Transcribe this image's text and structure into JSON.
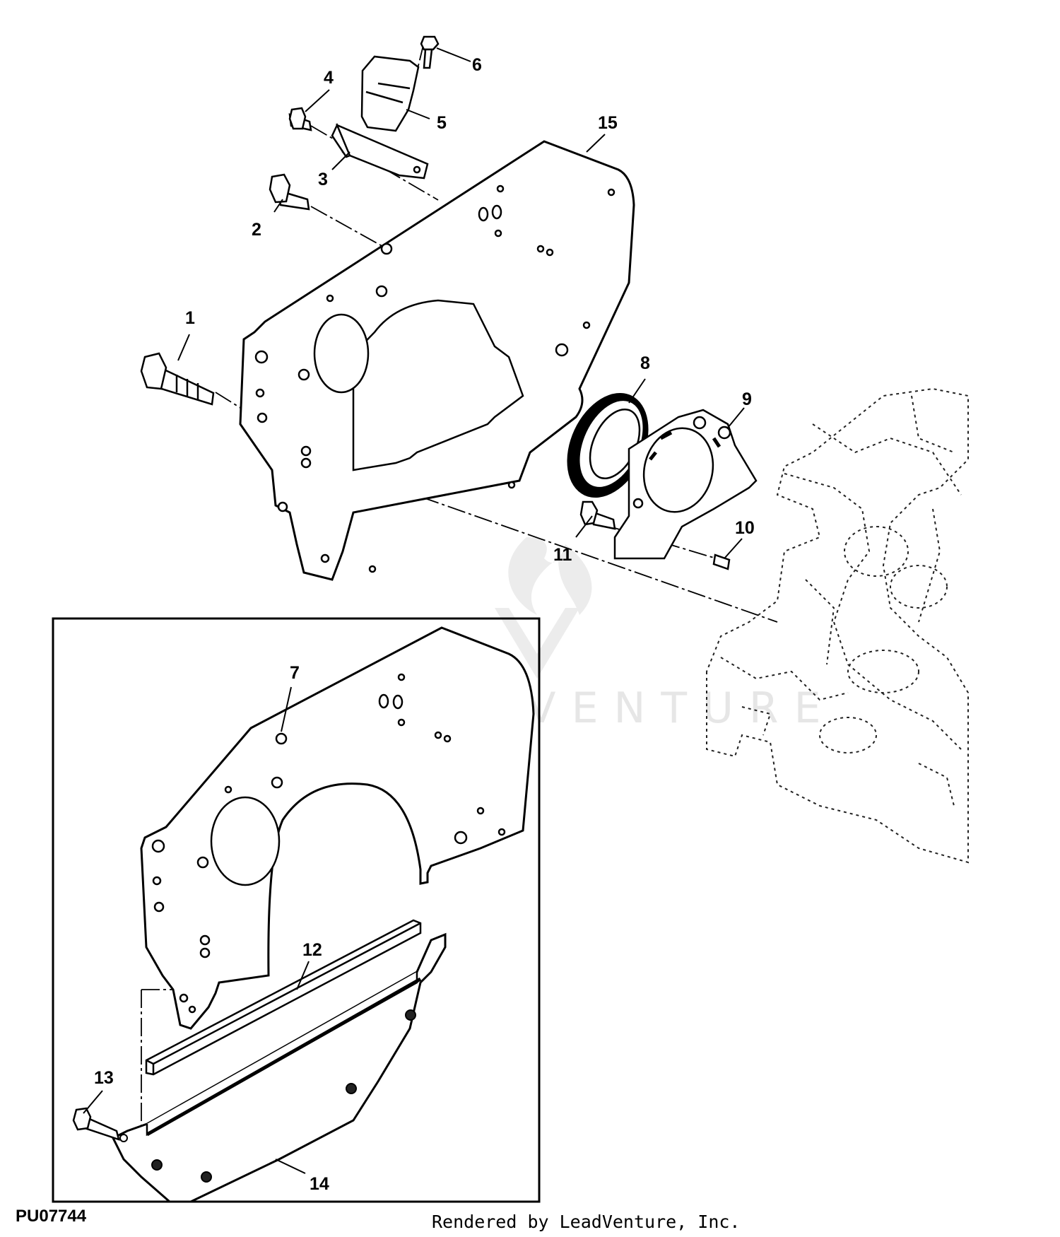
{
  "callouts": [
    "1",
    "2",
    "3",
    "4",
    "5",
    "6",
    "7",
    "8",
    "9",
    "10",
    "11",
    "12",
    "13",
    "14",
    "15"
  ],
  "reference_code": "PU07744",
  "footer_credit": "Rendered by LeadVenture, Inc.",
  "watermark_text": "LEADVENTURE",
  "colors": {
    "ink": "#000000",
    "watermark": "#e6e6e6",
    "background": "#ffffff"
  }
}
